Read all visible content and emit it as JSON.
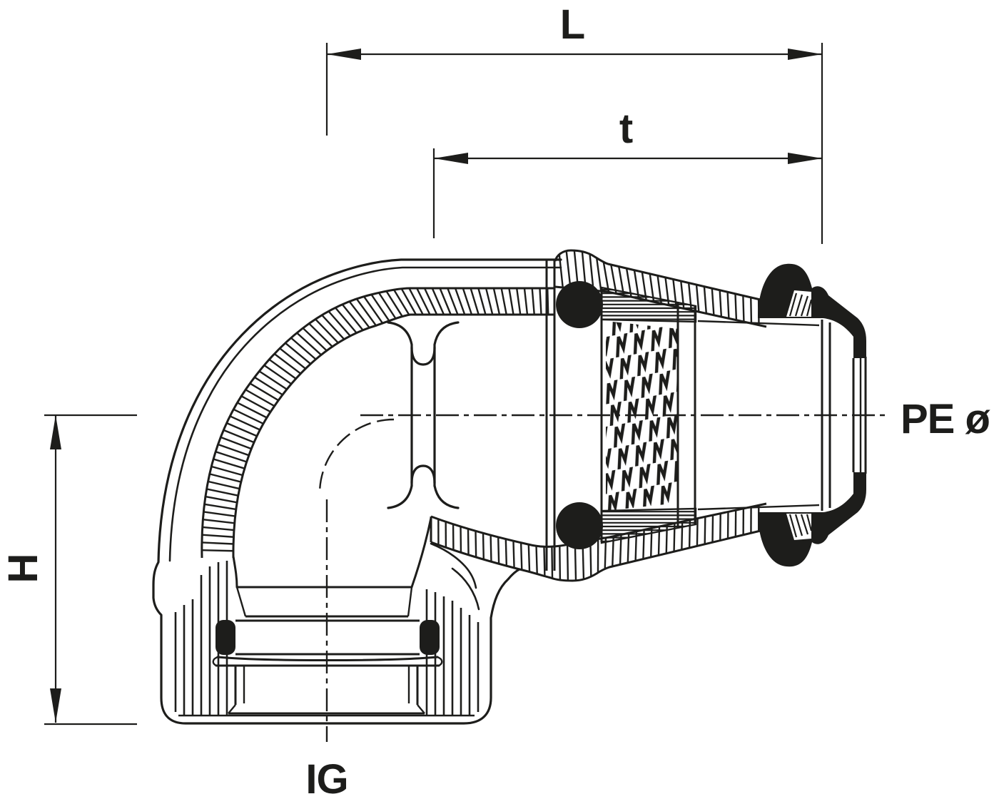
{
  "drawing": {
    "dimension_labels": {
      "L": "L",
      "t": "t",
      "H": "H"
    },
    "port_labels": {
      "pe": "PE ø",
      "ig": "IG"
    },
    "colors": {
      "line": "#1d1d1b",
      "background": "#ffffff"
    }
  }
}
